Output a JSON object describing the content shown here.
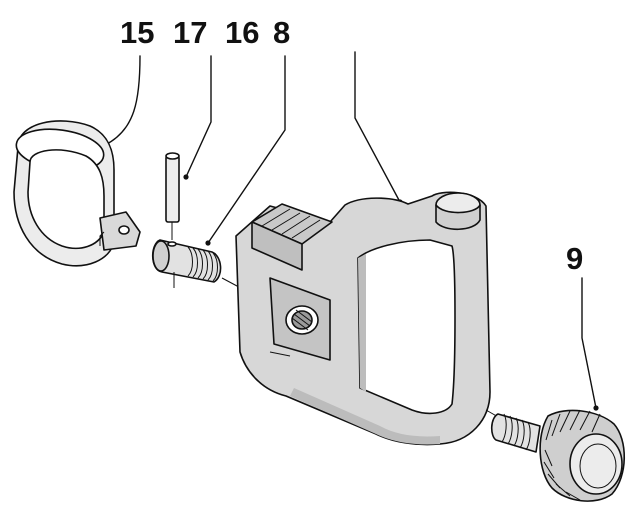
{
  "labels": {
    "part_15": "15",
    "part_17": "17",
    "part_16": "16",
    "part_8": "8",
    "part_9": "9"
  },
  "colors": {
    "ink": "#111111",
    "handle_fill": "#d7d7d7",
    "handle_shade": "#bdbdbd",
    "metal_fill": "#e4e4e4",
    "background": "#ffffff"
  }
}
